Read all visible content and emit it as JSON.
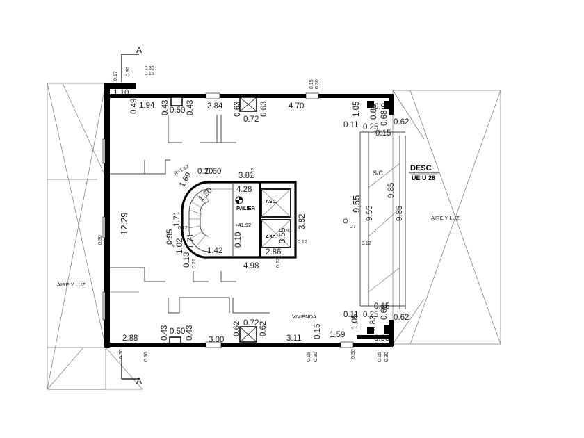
{
  "section_marks": {
    "top": "A",
    "bottom": "A",
    "top_dims": [
      "0.17",
      "0.30",
      "0.30",
      "0.15"
    ],
    "top_dims_right": [
      "0.15",
      "0.30"
    ]
  },
  "left_labels": {
    "aire_y_luz": "AIRE Y LUZ",
    "width_029": "0.30",
    "height_main": "12.29"
  },
  "right_labels": {
    "aire_y_luz": "AIRE Y LUZ",
    "desc": "DESC",
    "ue": "UE U 28",
    "sc": "S/C",
    "v_955_a": "9.55",
    "v_955_b": "9.55",
    "v_985_a": "9.85",
    "v_985_b": "9.85",
    "marker_27": "27",
    "v_012": "0.12"
  },
  "top_dims": {
    "d_110": "1.10",
    "d_049": "0.49",
    "d_194": "1.94",
    "d_043a": "0.43",
    "d_050": "0.50",
    "d_043b": "0.43",
    "d_284": "2.84",
    "d_063a": "0.63",
    "d_063b": "0.63",
    "d_072": "0.72",
    "d_470": "4.70",
    "d_105": "1.05",
    "d_083": "0.83",
    "d_098": "0.98",
    "d_068": "0.68",
    "d_025": "0.25",
    "d_011": "0.11",
    "d_062": "0.62",
    "d_015": "0.15"
  },
  "bottom_dims": {
    "d_288": "2.88",
    "d_043a": "0.43",
    "d_050": "0.50",
    "d_043b": "0.43",
    "d_300": "3.00",
    "d_062a": "0.62",
    "d_072": "0.72",
    "d_062b": "0.62",
    "d_311": "3.11",
    "d_015": "0.15",
    "d_159": "1.59",
    "d_105": "1.05",
    "d_083": "0.83",
    "d_068": "0.68",
    "d_025": "0.25",
    "d_011": "0.11",
    "d_015b": "0.15",
    "d_098": "0.98",
    "d_062c": "0.62",
    "d_030a": "0.30",
    "d_030b": "0.30",
    "d_015c": "0.15",
    "d_030c": "0.30",
    "d_030d": "0.30",
    "d_015d": "0.15",
    "d_030e": "0.30"
  },
  "core": {
    "d_381": "3.81",
    "d_428": "4.28",
    "d_382": "3.82",
    "d_286": "2.86",
    "d_142": "1.42",
    "d_498": "4.98",
    "d_171a": "1.71",
    "d_171b": "1.71",
    "d_120": "1.20",
    "d_169": "1.69",
    "d_020": "0.20",
    "d_060": "0.60",
    "d_012": "0.12",
    "d_013": "0.13",
    "d_010": "0.10",
    "d_035": "3.55",
    "d_093": "0.93",
    "d_102": "1.02",
    "d_095": "0.95",
    "d_022": "0.22",
    "radius": "R=1.12",
    "palier": "PALIER",
    "level": "+41.92",
    "asc1": "ASC.",
    "asc2": "ASC."
  },
  "vivienda": "VIVIENDA"
}
